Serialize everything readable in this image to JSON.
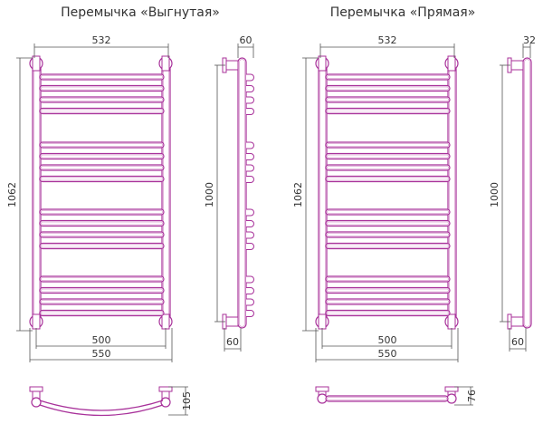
{
  "colors": {
    "outline": "#a8319a",
    "inner": "#dba2d2",
    "dim": "#555555"
  },
  "views": [
    {
      "title": "Перемычка «Выгнутая»",
      "type": "curved",
      "width_top": "532",
      "height_total": "1062",
      "axis_distance": "500",
      "width_total": "550",
      "side_depth_top": "60",
      "side_height": "1000",
      "side_depth_bottom": "60",
      "bottom_depth": "105",
      "bar_groups": [
        4,
        4,
        4,
        4
      ]
    },
    {
      "title": "Перемычка «Прямая»",
      "type": "straight",
      "width_top": "532",
      "height_total": "1062",
      "axis_distance": "500",
      "width_total": "550",
      "side_depth_top": "32",
      "side_height": "1000",
      "side_depth_bottom": "60",
      "bottom_depth": "76",
      "bar_groups": [
        4,
        4,
        4,
        4
      ]
    }
  ]
}
